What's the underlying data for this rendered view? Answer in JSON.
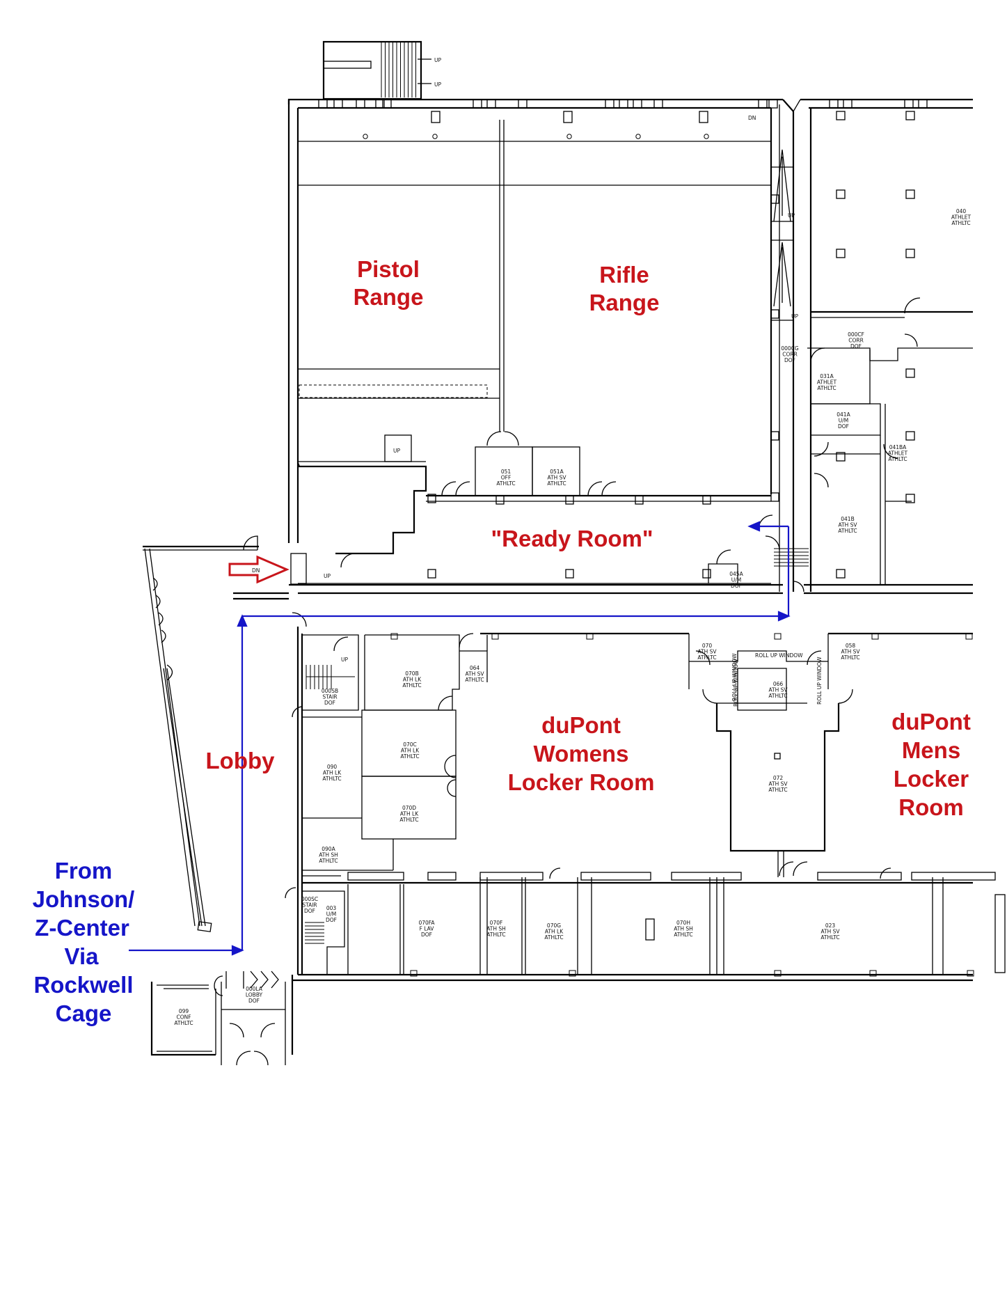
{
  "labels": {
    "pistol_range": [
      "Pistol",
      "Range"
    ],
    "rifle_range": [
      "Rifle",
      "Range"
    ],
    "ready_room": "\"Ready Room\"",
    "lobby": "Lobby",
    "womens_locker": [
      "duPont",
      "Womens",
      "Locker Room"
    ],
    "mens_locker": [
      "duPont",
      "Mens",
      "Locker",
      "Room"
    ],
    "directions": [
      "From",
      "Johnson/",
      "Z-Center",
      "Via",
      "Rockwell",
      "Cage"
    ]
  },
  "rooms": [
    {
      "id": "r040",
      "lines": [
        "040",
        "ATHLET",
        "ATHLTC"
      ]
    },
    {
      "id": "r000cf",
      "lines": [
        "000CF",
        "CORR",
        "DOF"
      ]
    },
    {
      "id": "r000cg",
      "lines": [
        "000CG",
        "CORR",
        "DOF"
      ]
    },
    {
      "id": "r031a",
      "lines": [
        "031A",
        "ATHLET",
        "ATHLTC"
      ]
    },
    {
      "id": "r041a",
      "lines": [
        "041A",
        "U/M",
        "DOF"
      ]
    },
    {
      "id": "r041ba",
      "lines": [
        "041BA",
        "ATHLET",
        "ATHLTC"
      ]
    },
    {
      "id": "r041b",
      "lines": [
        "041B",
        "ATH SV",
        "ATHLTC"
      ]
    },
    {
      "id": "r051",
      "lines": [
        "051",
        "OFF",
        "ATHLTC"
      ]
    },
    {
      "id": "r051a",
      "lines": [
        "051A",
        "ATH SV",
        "ATHLTC"
      ]
    },
    {
      "id": "r045a",
      "lines": [
        "045A",
        "U/M",
        "DOF"
      ]
    },
    {
      "id": "r070",
      "lines": [
        "070",
        "ATH SV",
        "ATHLTC"
      ]
    },
    {
      "id": "r058",
      "lines": [
        "058",
        "ATH SV",
        "ATHLTC"
      ]
    },
    {
      "id": "r066",
      "lines": [
        "066",
        "ATH SV",
        "ATHLTC"
      ]
    },
    {
      "id": "r072",
      "lines": [
        "072",
        "ATH SV",
        "ATHLTC"
      ]
    },
    {
      "id": "r070b",
      "lines": [
        "070B",
        "ATH LK",
        "ATHLTC"
      ]
    },
    {
      "id": "r064",
      "lines": [
        "064",
        "ATH SV",
        "ATHLTC"
      ]
    },
    {
      "id": "r000sb",
      "lines": [
        "000SB",
        "STAIR",
        "DOF"
      ]
    },
    {
      "id": "r070c",
      "lines": [
        "070C",
        "ATH LK",
        "ATHLTC"
      ]
    },
    {
      "id": "r090",
      "lines": [
        "090",
        "ATH LK",
        "ATHLTC"
      ]
    },
    {
      "id": "r070d",
      "lines": [
        "070D",
        "ATH LK",
        "ATHLTC"
      ]
    },
    {
      "id": "r090a",
      "lines": [
        "090A",
        "ATH SH",
        "ATHLTC"
      ]
    },
    {
      "id": "r000sc",
      "lines": [
        "000SC",
        "STAIR",
        "DOF"
      ]
    },
    {
      "id": "r003",
      "lines": [
        "003",
        "U/M",
        "DOF"
      ]
    },
    {
      "id": "r070fa",
      "lines": [
        "070FA",
        "F LAV",
        "DOF"
      ]
    },
    {
      "id": "r070f",
      "lines": [
        "070F",
        "ATH SH",
        "ATHLTC"
      ]
    },
    {
      "id": "r070g",
      "lines": [
        "070G",
        "ATH LK",
        "ATHLTC"
      ]
    },
    {
      "id": "r070h",
      "lines": [
        "070H",
        "ATH SH",
        "ATHLTC"
      ]
    },
    {
      "id": "r023",
      "lines": [
        "023",
        "ATH SV",
        "ATHLTC"
      ]
    },
    {
      "id": "r000la",
      "lines": [
        "000LA",
        "LOBBY",
        "DOF"
      ]
    },
    {
      "id": "r099",
      "lines": [
        "099",
        "CONF",
        "ATHLTC"
      ]
    }
  ],
  "marks": {
    "up": "UP",
    "dn": "DN",
    "roll_up_window": "ROLL UP WINDOW"
  },
  "colors": {
    "label_red": "#c8151b",
    "label_blue": "#1515c8",
    "wall": "#000000"
  }
}
